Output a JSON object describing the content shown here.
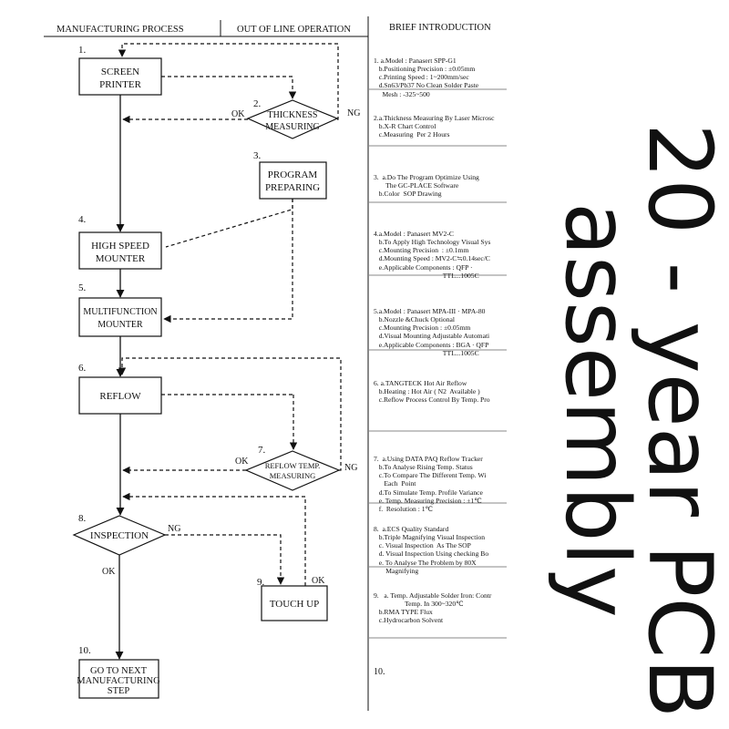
{
  "headers": {
    "process": "MANUFACTURING PROCESS",
    "outline": "OUT OF LINE OPERATION",
    "intro": "BRIEF INTRODUCTION"
  },
  "steps": {
    "s1": {
      "num": "1.",
      "lines": [
        "SCREEN",
        "PRINTER"
      ]
    },
    "s2": {
      "num": "2.",
      "lines": [
        "THICKNESS",
        "MEASURING"
      ],
      "ok": "OK",
      "ng": "NG"
    },
    "s3": {
      "num": "3.",
      "lines": [
        "PROGRAM",
        "PREPARING"
      ]
    },
    "s4": {
      "num": "4.",
      "lines": [
        "HIGH SPEED",
        "MOUNTER"
      ]
    },
    "s5": {
      "num": "5.",
      "lines": [
        "MULTIFUNCTION",
        "MOUNTER"
      ]
    },
    "s6": {
      "num": "6.",
      "lines": [
        "REFLOW"
      ]
    },
    "s7": {
      "num": "7.",
      "lines": [
        "REFLOW TEMP.",
        "MEASURING"
      ],
      "ok": "OK",
      "ng": "NG"
    },
    "s8": {
      "num": "8.",
      "lines": [
        "INSPECTION"
      ],
      "ok": "OK",
      "ng": "NG"
    },
    "s9": {
      "num": "9.",
      "lines": [
        "TOUCH UP"
      ],
      "ok": "OK"
    },
    "s10": {
      "num": "10.",
      "lines": [
        "GO TO NEXT",
        "MANUFACTURING",
        "STEP"
      ]
    }
  },
  "intro": [
    [
      "1. a.Model : Panasert SPP-G1",
      "   b.Positioning Precision : ±0.05mm",
      "   c.Printing Speed : 1~200mm/sec",
      "   d.Sn63/Pb37 No Clean Solder Paste",
      "     Mesh : -325~500"
    ],
    [
      "2.a.Thickness Measuring By Laser Microsc",
      "   b.X-R Chart Control",
      "   c.Measuring  Per 2 Hours"
    ],
    [
      "3.  a.Do The Program Optimize Using",
      "       The GC-PLACE Software",
      "   b.Color  SOP Drawing"
    ],
    [
      "4.a.Model : Panasert MV2-C",
      "   b.To Apply High Technology Visual Sys",
      "   c.Mounting Precision  : ±0.1mm",
      "   d.Mounting Speed : MV2-C≒0.14sec/C",
      "   e.Applicable Components : QFP ·",
      "                                        TTL...1005C"
    ],
    [
      "5.a.Model : Panasert MPA-III · MPA-80",
      "   b.Nozzle &Chuck Optional",
      "   c.Mounting Precision : ±0.05mm",
      "   d.Visual Mounting Adjustable Automati",
      "   e.Applicable Components : BGA · QFP",
      "                                        TTL...1005C"
    ],
    [
      "6. a.TANGTECK Hot Air Reflow",
      "   b.Heating : Hot Air ( N2  Available )",
      "   c.Reflow Process Control By Temp. Pro"
    ],
    [
      "7.  a.Using DATA PAQ Reflow Tracker",
      "   b.To Analyse Rising Temp. Status",
      "   c.To Compare The Different Temp. Wi",
      "      Each  Point",
      "   d.To Simulate Temp. Profile Variance",
      "   e. Temp. Measuring Precision : ±1℃",
      "   f.  Resolution : 1℃"
    ],
    [
      "8.  a.ECS Quality Standard",
      "   b.Triple Magnifying Visual Inspection",
      "   c. Visual Inspection  As The SOP",
      "   d. Visual Inspection Using checking Bo",
      "   e. To Analyse The Problem by 80X",
      "       Magnifying"
    ],
    [
      "9.   a. Temp. Adjustable Solder Iron: Contr",
      "                  Temp. In 300~320℃",
      "   b.RMA TYPE Flux",
      "   c.Hydrocarbon Solvent"
    ],
    [
      "10."
    ]
  ],
  "side_title": {
    "line1": "20 - year PCB",
    "line2": "assembly"
  }
}
